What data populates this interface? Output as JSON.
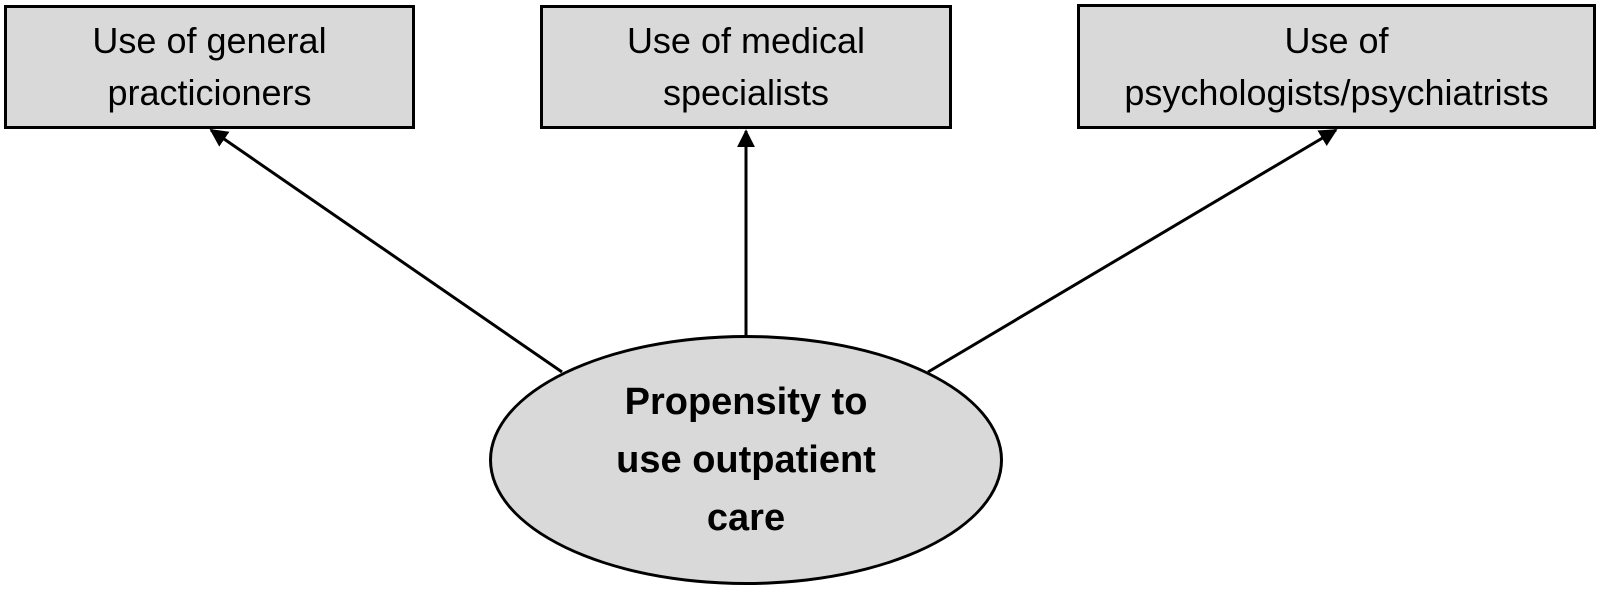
{
  "colors": {
    "fill": "#d9d9d9",
    "stroke": "#000000",
    "text": "#000000"
  },
  "nodes": {
    "general_practitioners": {
      "lines": [
        "Use of general",
        "practicioners"
      ]
    },
    "medical_specialists": {
      "lines": [
        "Use of medical",
        "specialists"
      ]
    },
    "psychologists": {
      "lines": [
        "Use of",
        "psychologists/psychiatrists"
      ]
    },
    "propensity": {
      "lines": [
        "Propensity to",
        "use outpatient",
        "care"
      ]
    }
  }
}
